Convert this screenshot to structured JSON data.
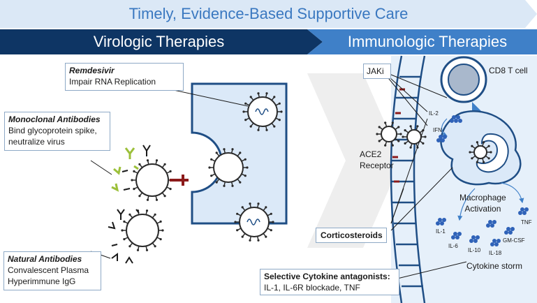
{
  "header": {
    "title": "Timely, Evidence-Based Supportive Care",
    "left_band": "Virologic Therapies",
    "right_band": "Immunologic Therapies"
  },
  "left_boxes": {
    "remdesivir": {
      "title": "Remdesivir",
      "body": "Impair RNA Replication"
    },
    "monoclonal": {
      "title": "Monoclonal Antibodies",
      "body1": "Bind glycoprotein spike,",
      "body2": "neutralize virus"
    },
    "natural": {
      "title": "Natural Antibodies",
      "body1": "Convalescent Plasma",
      "body2": "Hyperimmune IgG"
    }
  },
  "right_labels": {
    "jaki": "JAKi",
    "cd8": "CD8 T cell",
    "il2": "IL-2",
    "ifn": "IFN",
    "ace2_line1": "ACE2",
    "ace2_line2": "Receptor",
    "macrophage_line1": "Macrophage",
    "macrophage_line2": "Activation",
    "corticosteroids": "Corticosteroids",
    "tnf": "TNF",
    "il1": "IL-1",
    "il6": "IL-6",
    "il10": "IL-10",
    "il18": "IL-18",
    "gmcsf": "GM-CSF",
    "cytokine_storm": "Cytokine storm",
    "selective_title": "Selective Cytokine antagonists:",
    "selective_body": "IL-1, IL-6R blockade, TNF"
  },
  "colors": {
    "banner_light": "#dbe8f6",
    "band_dark": "#0e3564",
    "band_blue": "#3f80c8",
    "cell_fill": "#dbe9f8",
    "cell_stroke": "#1f4e85",
    "virus_stroke": "#2a2a2a",
    "antibody_green": "#9cc03a",
    "antibody_dark": "#1a1a1a",
    "receptor_red": "#8b1a1a",
    "cytokine_blue": "#2f62b8"
  }
}
